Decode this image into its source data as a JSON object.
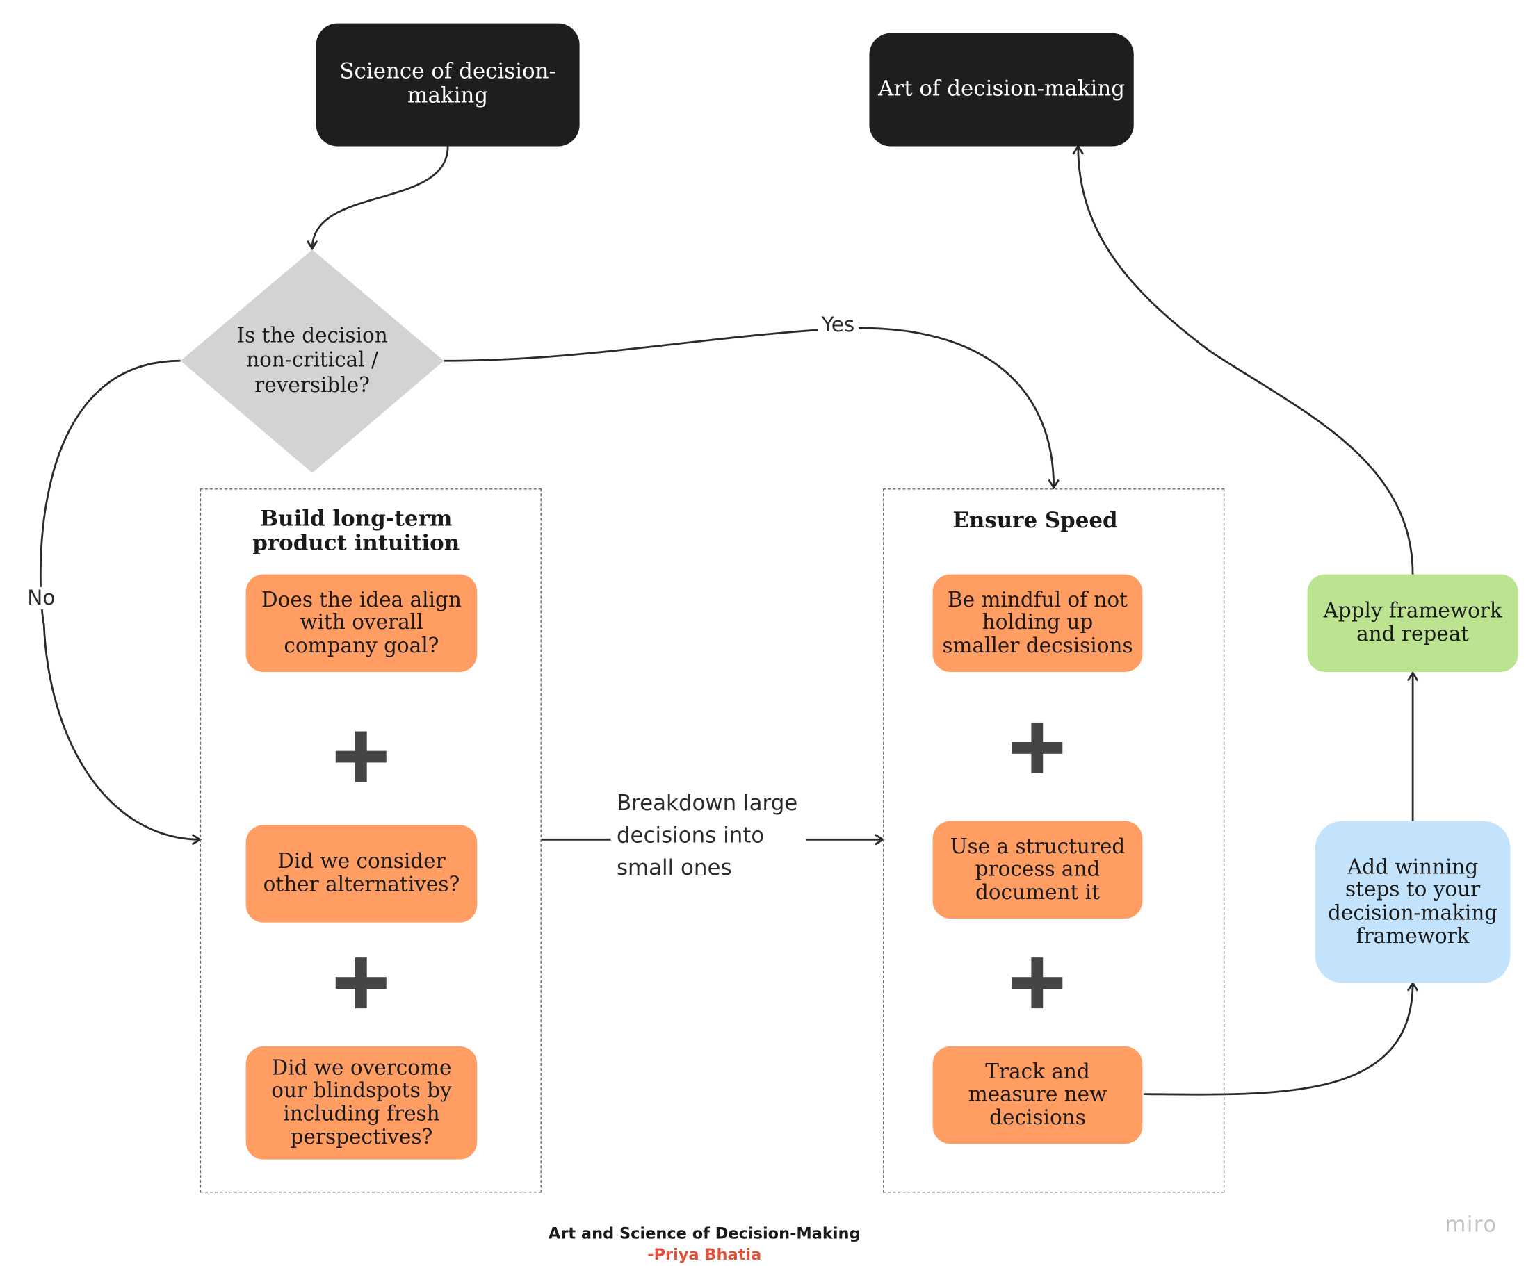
{
  "diagram": {
    "nodes": {
      "science": "Science of decision-making",
      "art": "Art of decision-making",
      "decision": "Is the decision non-critical / reversible?",
      "align": "Does the idea align with overall company goal?",
      "alternatives": "Did we consider other alternatives?",
      "blindspots": "Did we overcome our blindspots by including fresh perspectives?",
      "mindful": "Be mindful of not holding up smaller decsisions",
      "structured": "Use a structured process and document it",
      "track": "Track and measure new decisions",
      "apply": "Apply framework and repeat",
      "add_steps": "Add winning steps to your decision-making framework"
    },
    "groups": {
      "intuition_title": "Build long-term product intuition",
      "speed_title": "Ensure Speed"
    },
    "edge_labels": {
      "yes": "Yes",
      "no": "No",
      "breakdown": "Breakdown large\ndecisions into\nsmall ones"
    },
    "footer": {
      "title": "Art and Science of Decision-Making",
      "author": "-Priya Bhatia"
    },
    "brand": "miro"
  },
  "colors": {
    "black_node": "#1e1e1e",
    "orange_node": "#ff9d63",
    "green_node": "#bce38f",
    "blue_node": "#c2e3fb",
    "diamond": "#d3d3d3",
    "edge": "#2b2b2b",
    "author": "#e0513a"
  },
  "icons": [
    "plus-icon"
  ]
}
